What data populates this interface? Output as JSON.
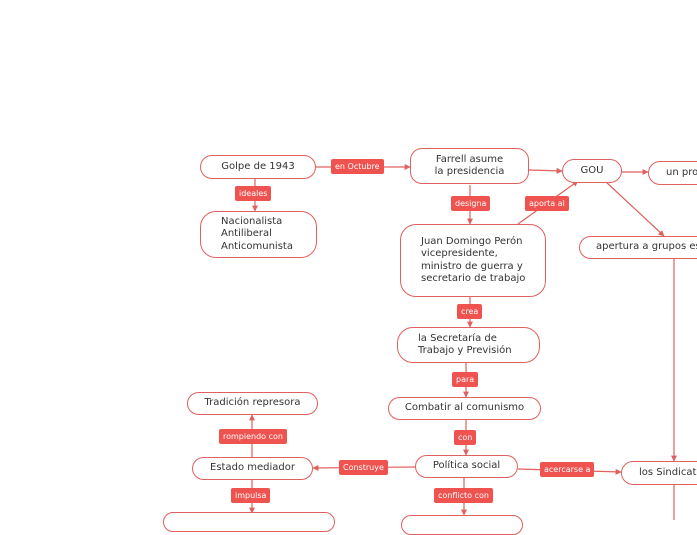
{
  "nodes": {
    "golpe": "Golpe de 1943",
    "farrell": "Farrell asume\nla presidencia",
    "gou": "GOU",
    "un_pro": "un pro",
    "nacionalista": "Nacionalista\nAntiliberal\nAnticomunista",
    "peron": "Juan Domingo Perón\nvicepresidente,\nministro de guerra y\nsecretario de trabajo",
    "apertura": "apertura a grupos es",
    "secretaria": "la Secretaría de\nTrabajo y Previsión",
    "comunismo": "Combatir al comunismo",
    "tradicion": "Tradición represora",
    "estado": "Estado mediador",
    "politica": "Política social",
    "sindicatos": "los Sindicato"
  },
  "labels": {
    "en_octubre": "en Octubre",
    "ideales": "ideales",
    "designa": "designa",
    "aporta_al": "aporta al",
    "crea": "crea",
    "para": "para",
    "con": "con",
    "rompiendo_con": "rompiendo con",
    "construye": "Construye",
    "acercarse_a": "acercarse a",
    "impulsa": "impulsa",
    "conflicto_con": "conflicto con"
  },
  "colors": {
    "line": "#e0605e",
    "label_bg": "#ef5350",
    "text": "#333333"
  }
}
